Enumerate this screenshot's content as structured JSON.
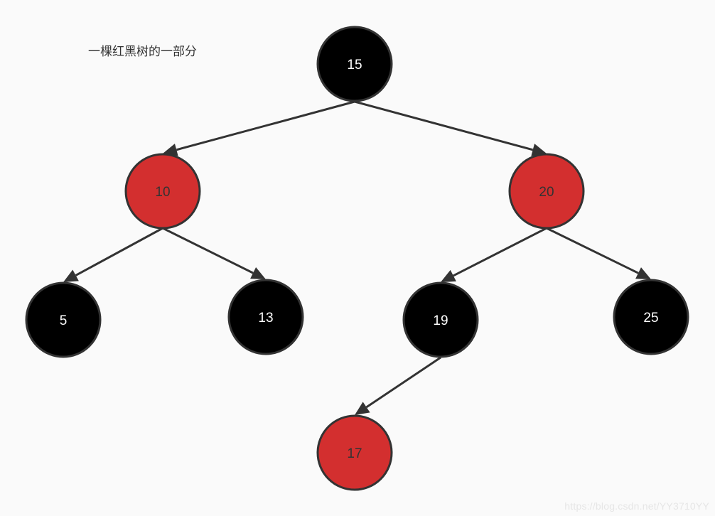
{
  "caption": "一棵红黑树的一部分",
  "watermark": "https://blog.csdn.net/YY3710YY",
  "colors": {
    "black_node": "#000000",
    "red_node": "#d32f2f",
    "stroke": "#333333",
    "black_text": "#ffffff",
    "red_text": "#333333",
    "edge": "#333333"
  },
  "tree": {
    "nodes": [
      {
        "id": "n15",
        "label": "15",
        "color": "black"
      },
      {
        "id": "n10",
        "label": "10",
        "color": "red"
      },
      {
        "id": "n20",
        "label": "20",
        "color": "red"
      },
      {
        "id": "n5",
        "label": "5",
        "color": "black"
      },
      {
        "id": "n13",
        "label": "13",
        "color": "black"
      },
      {
        "id": "n19",
        "label": "19",
        "color": "black"
      },
      {
        "id": "n25",
        "label": "25",
        "color": "black"
      },
      {
        "id": "n17",
        "label": "17",
        "color": "red"
      }
    ],
    "edges": [
      {
        "from": "n15",
        "to": "n10"
      },
      {
        "from": "n15",
        "to": "n20"
      },
      {
        "from": "n10",
        "to": "n5"
      },
      {
        "from": "n10",
        "to": "n13"
      },
      {
        "from": "n20",
        "to": "n19"
      },
      {
        "from": "n20",
        "to": "n25"
      },
      {
        "from": "n19",
        "to": "n17"
      }
    ]
  }
}
